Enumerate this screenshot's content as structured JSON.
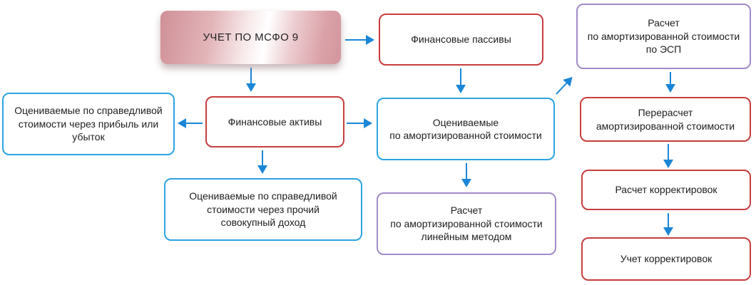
{
  "colors": {
    "red": "#c63d3d",
    "blue": "#2ca4e0",
    "purple": "#a18bc8",
    "arrow": "#1b86d6",
    "text": "#1e1e1e",
    "root-pink": "#d2959c",
    "root-highlight": "#ffffff"
  },
  "nodes": {
    "root": {
      "label": "УЧЕТ ПО МСФО 9"
    },
    "liabilities": {
      "label": "Финансовые пассивы"
    },
    "esp": {
      "label": "Расчет\nпо амортизированной стоимости\nпо ЭСП"
    },
    "fvtpl": {
      "label": "Оцениваемые по справедливой\nстоимости через прибыль или\nубыток"
    },
    "assets": {
      "label": "Финансовые активы"
    },
    "amortized": {
      "label": "Оцениваемые\nпо амортизированной стоимости"
    },
    "recalc": {
      "label": "Перерасчет\nамортизированной стоимости"
    },
    "fvoci": {
      "label": "Оцениваемые по справедливой\nстоимости через прочий\nсовокупный доход"
    },
    "linear": {
      "label": "Расчет\nпо амортизированной стоимости\nлинейным методом"
    },
    "adj_calc": {
      "label": "Расчет корректировок"
    },
    "adj_account": {
      "label": "Учет корректировок"
    }
  }
}
